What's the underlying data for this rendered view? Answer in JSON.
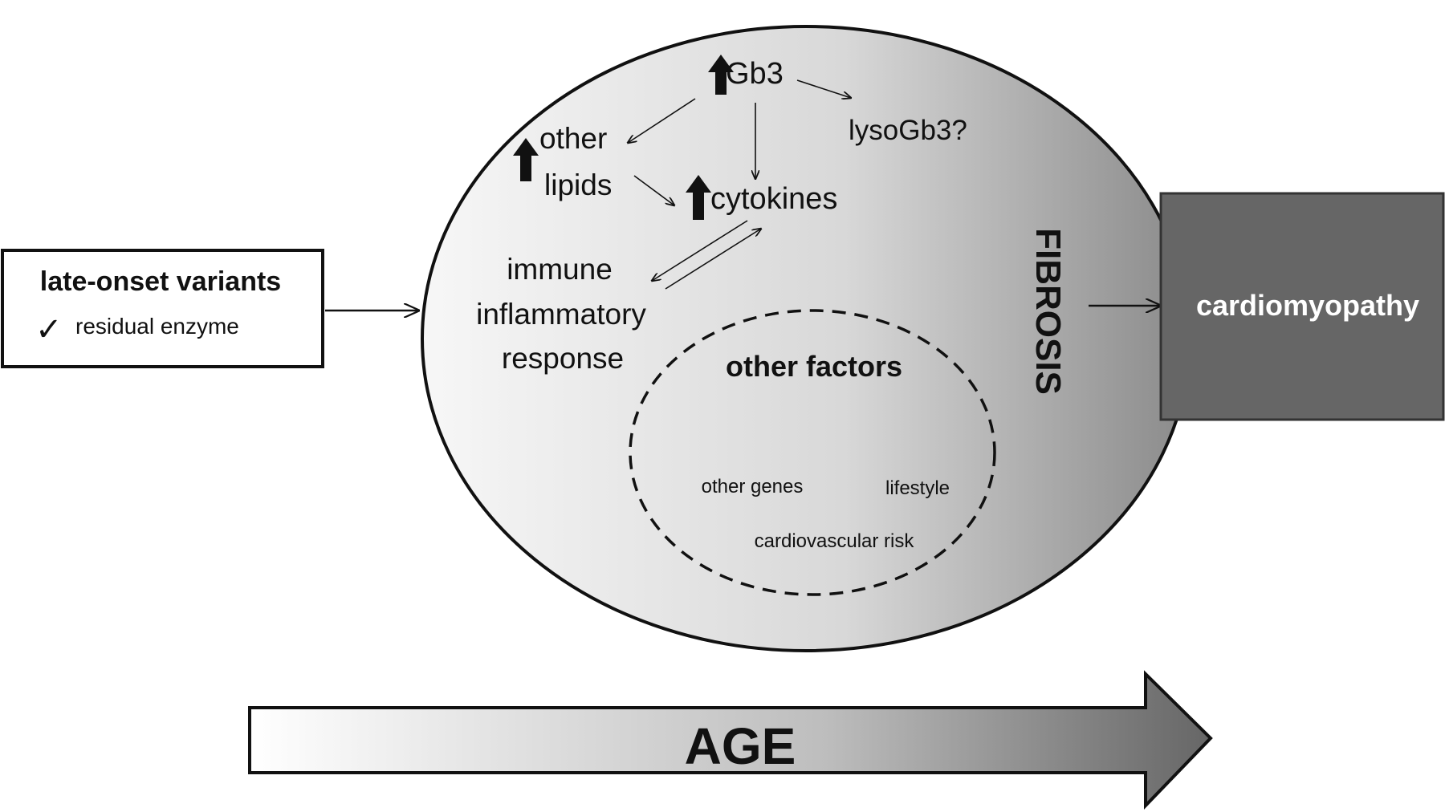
{
  "input_box": {
    "title": "late-onset variants",
    "checkmark": "✓",
    "item": "residual enzyme"
  },
  "circle": {
    "gb3": "Gb3",
    "lysogb3": "lysoGb3?",
    "other_lipids_line1": "other",
    "other_lipids_line2": "lipids",
    "cytokines": "cytokines",
    "immune_line1": "immune",
    "immune_line2": "inflammatory",
    "immune_line3": "response",
    "fibrosis": "FIBROSIS"
  },
  "other_factors": {
    "title": "other factors",
    "items": [
      "other genes",
      "lifestyle",
      "cardiovascular risk"
    ]
  },
  "outcome_box": {
    "label": "cardiomyopathy"
  },
  "age_arrow": {
    "label": "AGE"
  },
  "icons": {
    "increase": "up-arrow-icon",
    "check": "checkmark-icon"
  },
  "colors": {
    "outcome_fill": "#666666",
    "circle_light": "#f4f4f4",
    "circle_dark": "#8c8c8c",
    "age_start": "#ffffff",
    "age_end": "#6e6e6e"
  }
}
